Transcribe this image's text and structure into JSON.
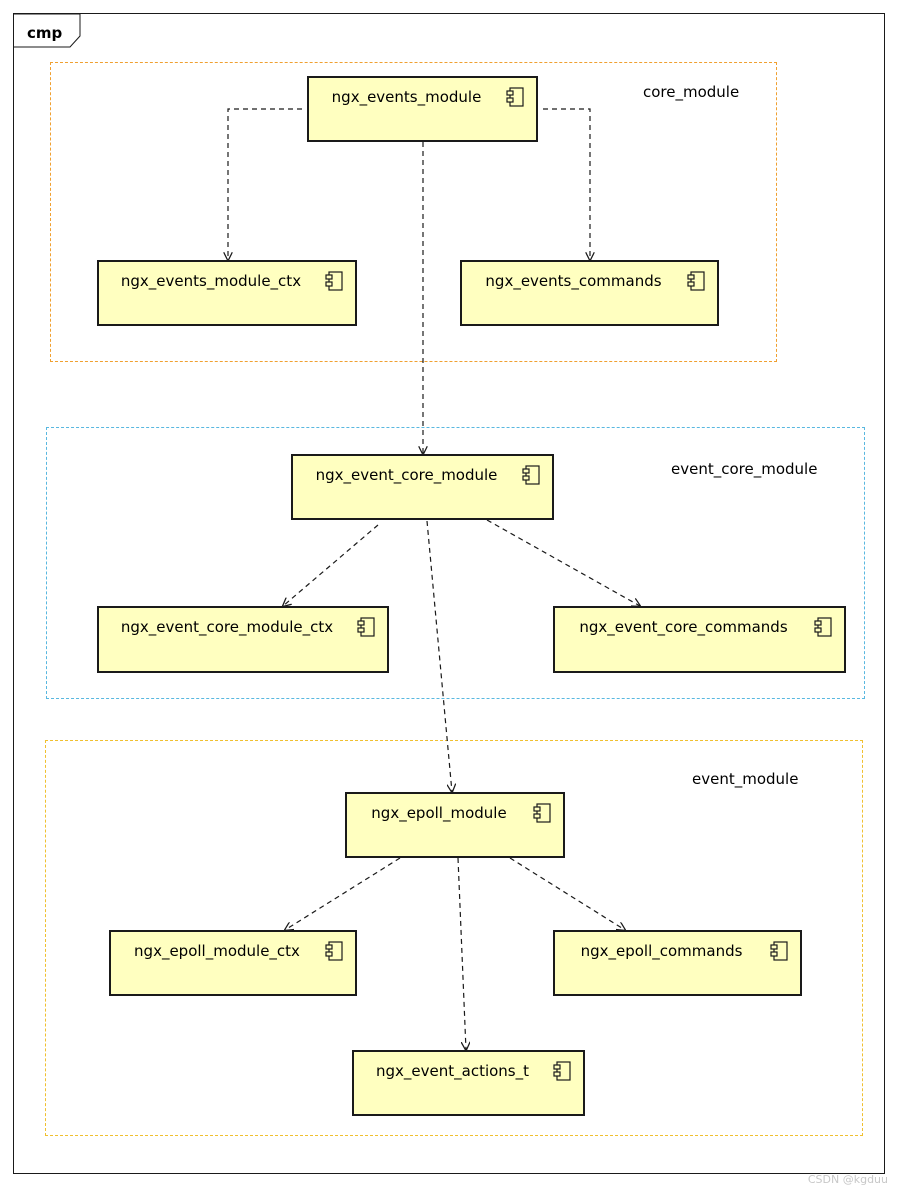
{
  "diagram": {
    "tab_label": "cmp",
    "groups": [
      {
        "id": "core",
        "label": "core_module",
        "border_color": "#f0a030"
      },
      {
        "id": "event_core",
        "label": "event_core_module",
        "border_color": "#59b8e0"
      },
      {
        "id": "event",
        "label": "event_module",
        "border_color": "#f0c030"
      }
    ],
    "components": {
      "ngx_events_module": "ngx_events_module",
      "ngx_events_module_ctx": "ngx_events_module_ctx",
      "ngx_events_commands": "ngx_events_commands",
      "ngx_event_core_module": "ngx_event_core_module",
      "ngx_event_core_module_ctx": "ngx_event_core_module_ctx",
      "ngx_event_core_commands": "ngx_event_core_commands",
      "ngx_epoll_module": "ngx_epoll_module",
      "ngx_epoll_module_ctx": "ngx_epoll_module_ctx",
      "ngx_epoll_commands": "ngx_epoll_commands",
      "ngx_event_actions_t": "ngx_event_actions_t"
    },
    "component_fill": "#ffffc0",
    "dependencies": [
      {
        "from": "ngx_events_module",
        "to": "ngx_events_module_ctx"
      },
      {
        "from": "ngx_events_module",
        "to": "ngx_events_commands"
      },
      {
        "from": "ngx_events_module",
        "to": "ngx_event_core_module"
      },
      {
        "from": "ngx_event_core_module",
        "to": "ngx_event_core_module_ctx"
      },
      {
        "from": "ngx_event_core_module",
        "to": "ngx_event_core_commands"
      },
      {
        "from": "ngx_event_core_module",
        "to": "ngx_epoll_module"
      },
      {
        "from": "ngx_epoll_module",
        "to": "ngx_epoll_module_ctx"
      },
      {
        "from": "ngx_epoll_module",
        "to": "ngx_epoll_commands"
      },
      {
        "from": "ngx_epoll_module",
        "to": "ngx_event_actions_t"
      }
    ],
    "watermark": "CSDN @kgduu"
  }
}
